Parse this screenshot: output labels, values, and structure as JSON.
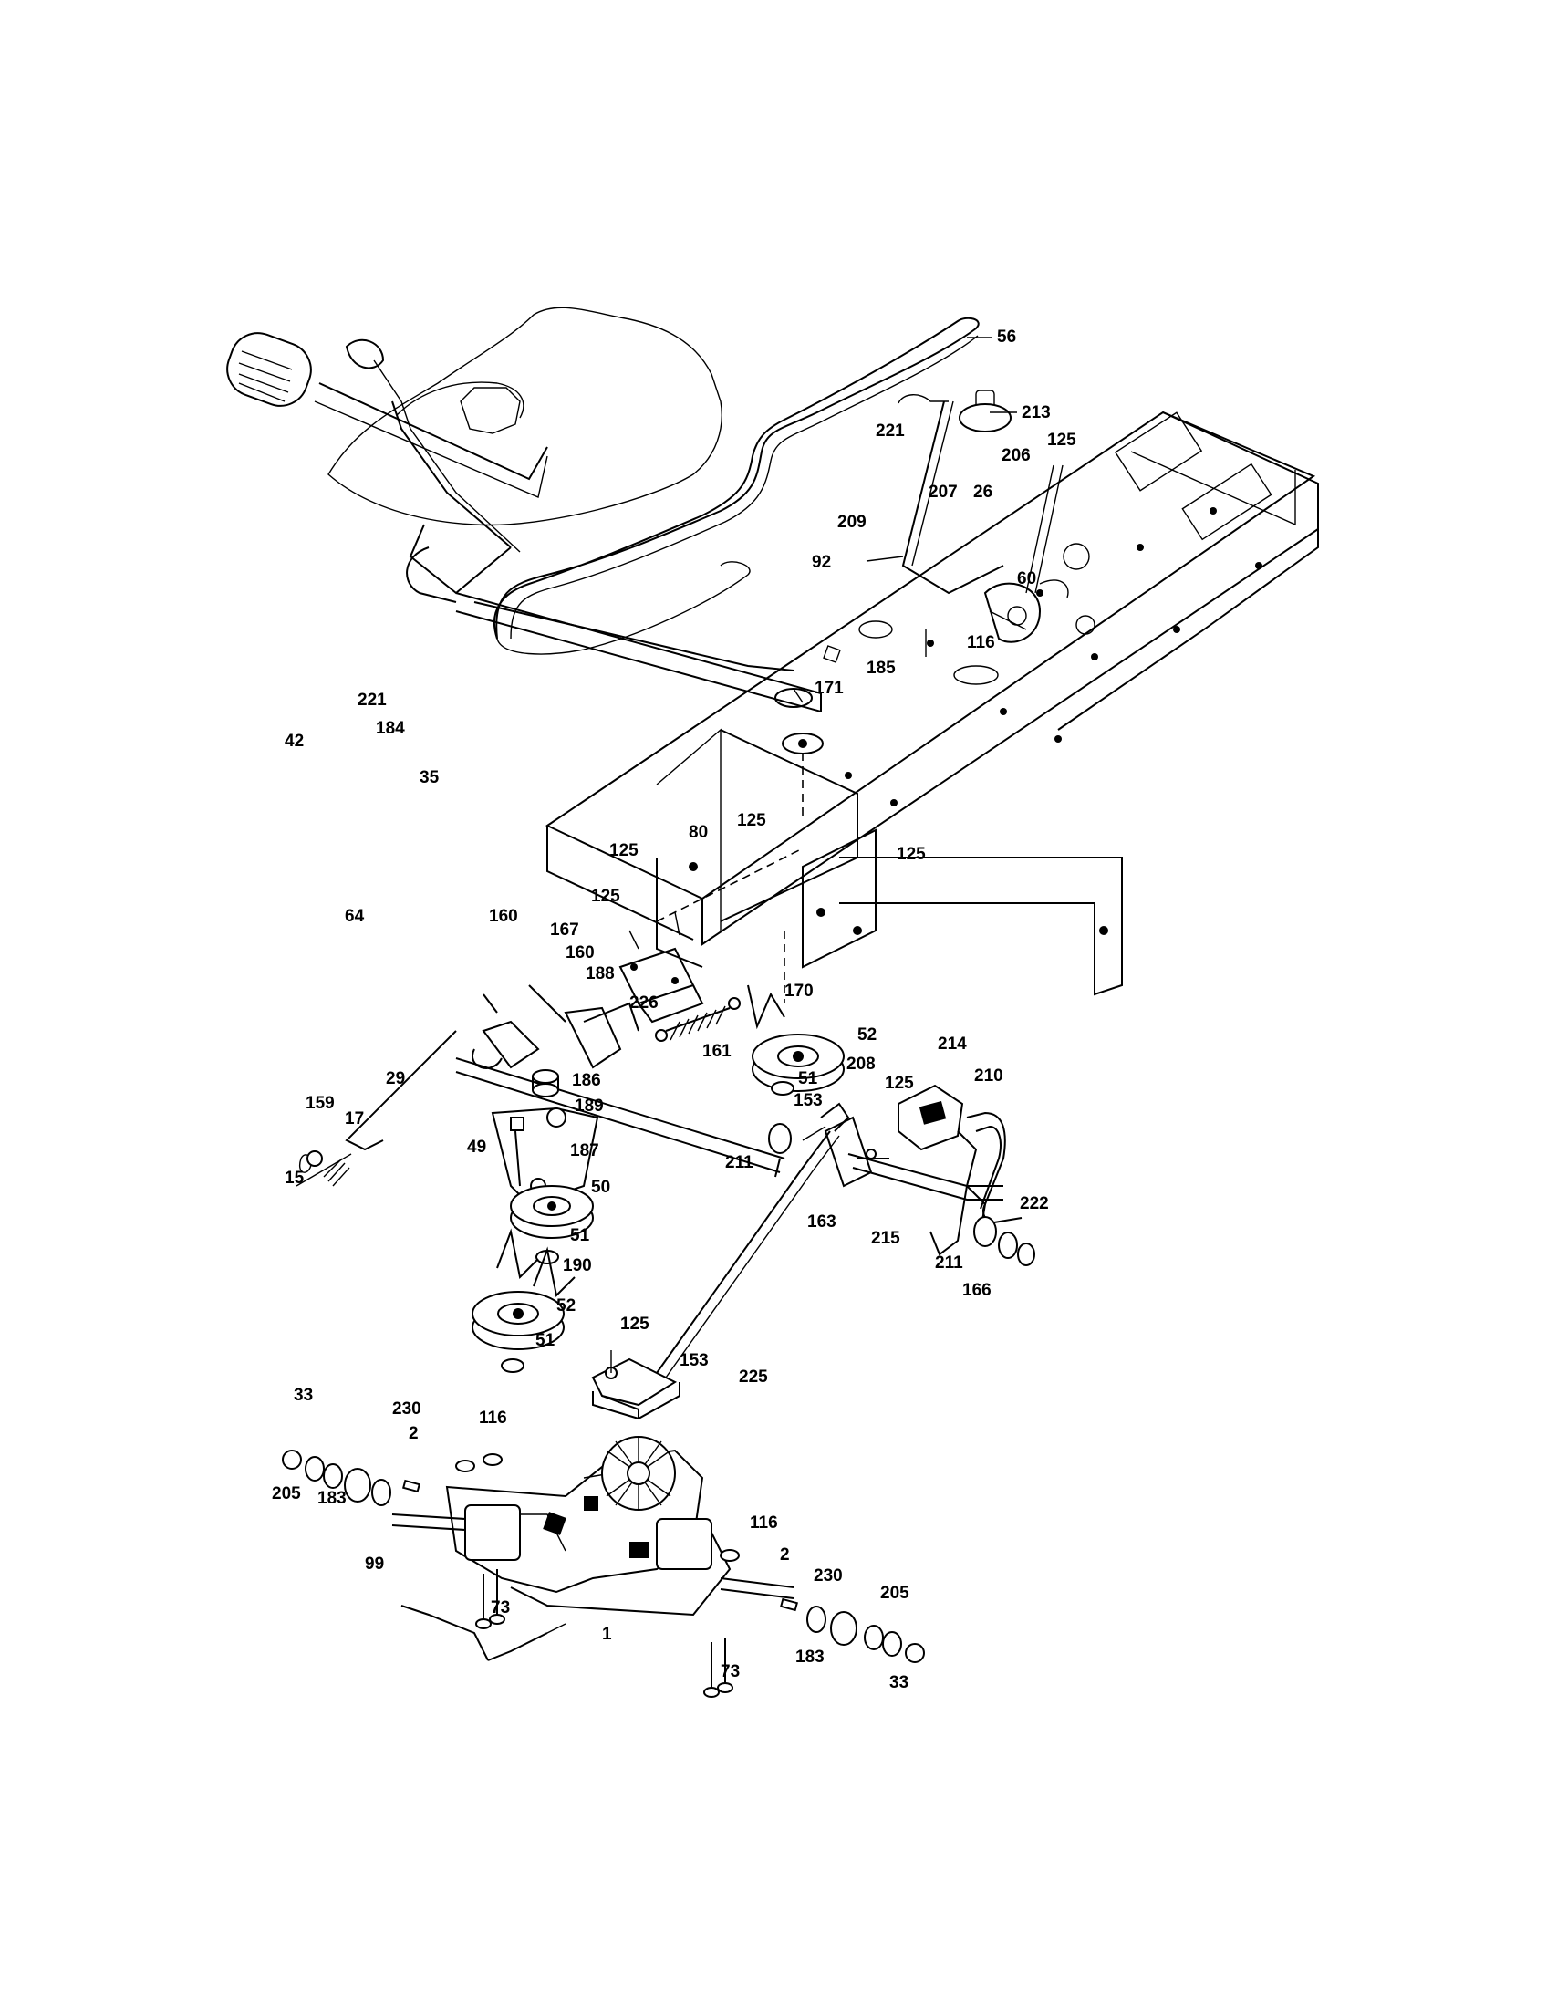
{
  "diagram": {
    "parts": [
      {
        "key": "p56",
        "label": "56"
      },
      {
        "key": "p213",
        "label": "213"
      },
      {
        "key": "p221a",
        "label": "221"
      },
      {
        "key": "p125a",
        "label": "125"
      },
      {
        "key": "p206",
        "label": "206"
      },
      {
        "key": "p207",
        "label": "207"
      },
      {
        "key": "p26",
        "label": "26"
      },
      {
        "key": "p209",
        "label": "209"
      },
      {
        "key": "p60",
        "label": "60"
      },
      {
        "key": "p92",
        "label": "92"
      },
      {
        "key": "p116a",
        "label": "116"
      },
      {
        "key": "p185",
        "label": "185"
      },
      {
        "key": "p171",
        "label": "171"
      },
      {
        "key": "p221b",
        "label": "221"
      },
      {
        "key": "p184",
        "label": "184"
      },
      {
        "key": "p42",
        "label": "42"
      },
      {
        "key": "p35",
        "label": "35"
      },
      {
        "key": "p80",
        "label": "80"
      },
      {
        "key": "p125b",
        "label": "125"
      },
      {
        "key": "p125c",
        "label": "125"
      },
      {
        "key": "p125d",
        "label": "125"
      },
      {
        "key": "p125e",
        "label": "125"
      },
      {
        "key": "p64",
        "label": "64"
      },
      {
        "key": "p160a",
        "label": "160"
      },
      {
        "key": "p167",
        "label": "167"
      },
      {
        "key": "p160b",
        "label": "160"
      },
      {
        "key": "p188",
        "label": "188"
      },
      {
        "key": "p226",
        "label": "226"
      },
      {
        "key": "p170",
        "label": "170"
      },
      {
        "key": "p52a",
        "label": "52"
      },
      {
        "key": "p161",
        "label": "161"
      },
      {
        "key": "p214",
        "label": "214"
      },
      {
        "key": "p208",
        "label": "208"
      },
      {
        "key": "p125f",
        "label": "125"
      },
      {
        "key": "p210",
        "label": "210"
      },
      {
        "key": "p29",
        "label": "29"
      },
      {
        "key": "p186",
        "label": "186"
      },
      {
        "key": "p51a",
        "label": "51"
      },
      {
        "key": "p153a",
        "label": "153"
      },
      {
        "key": "p159",
        "label": "159"
      },
      {
        "key": "p189",
        "label": "189"
      },
      {
        "key": "p17",
        "label": "17"
      },
      {
        "key": "p49",
        "label": "49"
      },
      {
        "key": "p187",
        "label": "187"
      },
      {
        "key": "p211a",
        "label": "211"
      },
      {
        "key": "p15",
        "label": "15"
      },
      {
        "key": "p50",
        "label": "50"
      },
      {
        "key": "p163",
        "label": "163"
      },
      {
        "key": "p222",
        "label": "222"
      },
      {
        "key": "p215",
        "label": "215"
      },
      {
        "key": "p211b",
        "label": "211"
      },
      {
        "key": "p51b",
        "label": "51"
      },
      {
        "key": "p190",
        "label": "190"
      },
      {
        "key": "p166",
        "label": "166"
      },
      {
        "key": "p52b",
        "label": "52"
      },
      {
        "key": "p125g",
        "label": "125"
      },
      {
        "key": "p51c",
        "label": "51"
      },
      {
        "key": "p153b",
        "label": "153"
      },
      {
        "key": "p225",
        "label": "225"
      },
      {
        "key": "p33a",
        "label": "33"
      },
      {
        "key": "p230a",
        "label": "230"
      },
      {
        "key": "p116b",
        "label": "116"
      },
      {
        "key": "p2a",
        "label": "2"
      },
      {
        "key": "p205a",
        "label": "205"
      },
      {
        "key": "p183a",
        "label": "183"
      },
      {
        "key": "p116c",
        "label": "116"
      },
      {
        "key": "p99",
        "label": "99"
      },
      {
        "key": "p2b",
        "label": "2"
      },
      {
        "key": "p230b",
        "label": "230"
      },
      {
        "key": "p73a",
        "label": "73"
      },
      {
        "key": "p205b",
        "label": "205"
      },
      {
        "key": "p1",
        "label": "1"
      },
      {
        "key": "p183b",
        "label": "183"
      },
      {
        "key": "p73b",
        "label": "73"
      },
      {
        "key": "p33b",
        "label": "33"
      }
    ]
  }
}
